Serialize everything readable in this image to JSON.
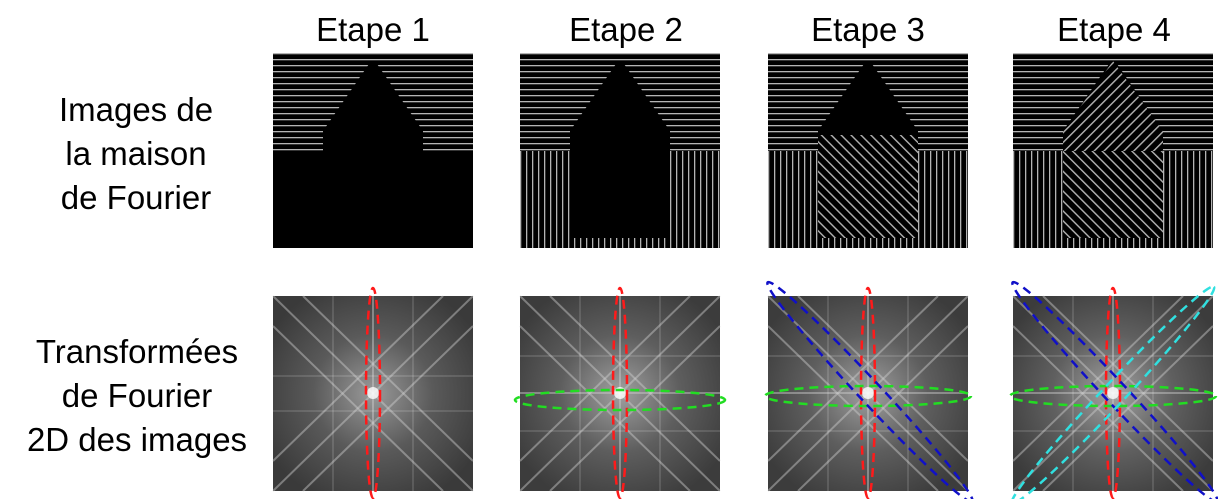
{
  "steps": [
    {
      "title": "Etape 1"
    },
    {
      "title": "Etape 2"
    },
    {
      "title": "Etape 3"
    },
    {
      "title": "Etape 4"
    }
  ],
  "rows": {
    "images_label": [
      "Images de",
      "la maison",
      "de Fourier"
    ],
    "fourier_label": [
      "Transformées",
      "de Fourier",
      "2D des images"
    ]
  },
  "colors": {
    "background": "#ffffff",
    "image_bg": "#000000",
    "stripe": "#b4b4b4",
    "ellipse_red": "#ff1a1a",
    "ellipse_green": "#22dd22",
    "ellipse_blue": "#1010c8",
    "ellipse_cyan": "#30e0e0"
  }
}
